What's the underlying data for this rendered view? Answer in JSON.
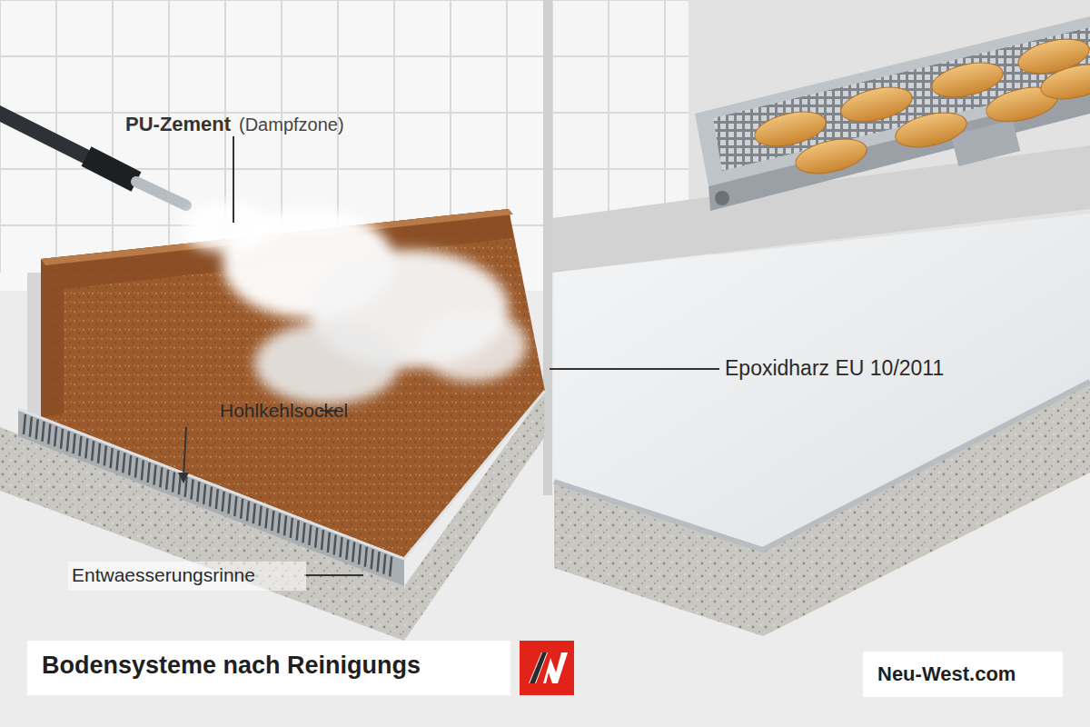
{
  "diagram": {
    "title": "Bodensysteme nach Reinigungs",
    "labels": [
      "PU-Zement",
      "(Dampfzone)",
      "Hohlkehlsockel",
      "Entwaesserungsrinne",
      "Epoxidharz EU 10/2011",
      "Neu-West.com"
    ]
  }
}
